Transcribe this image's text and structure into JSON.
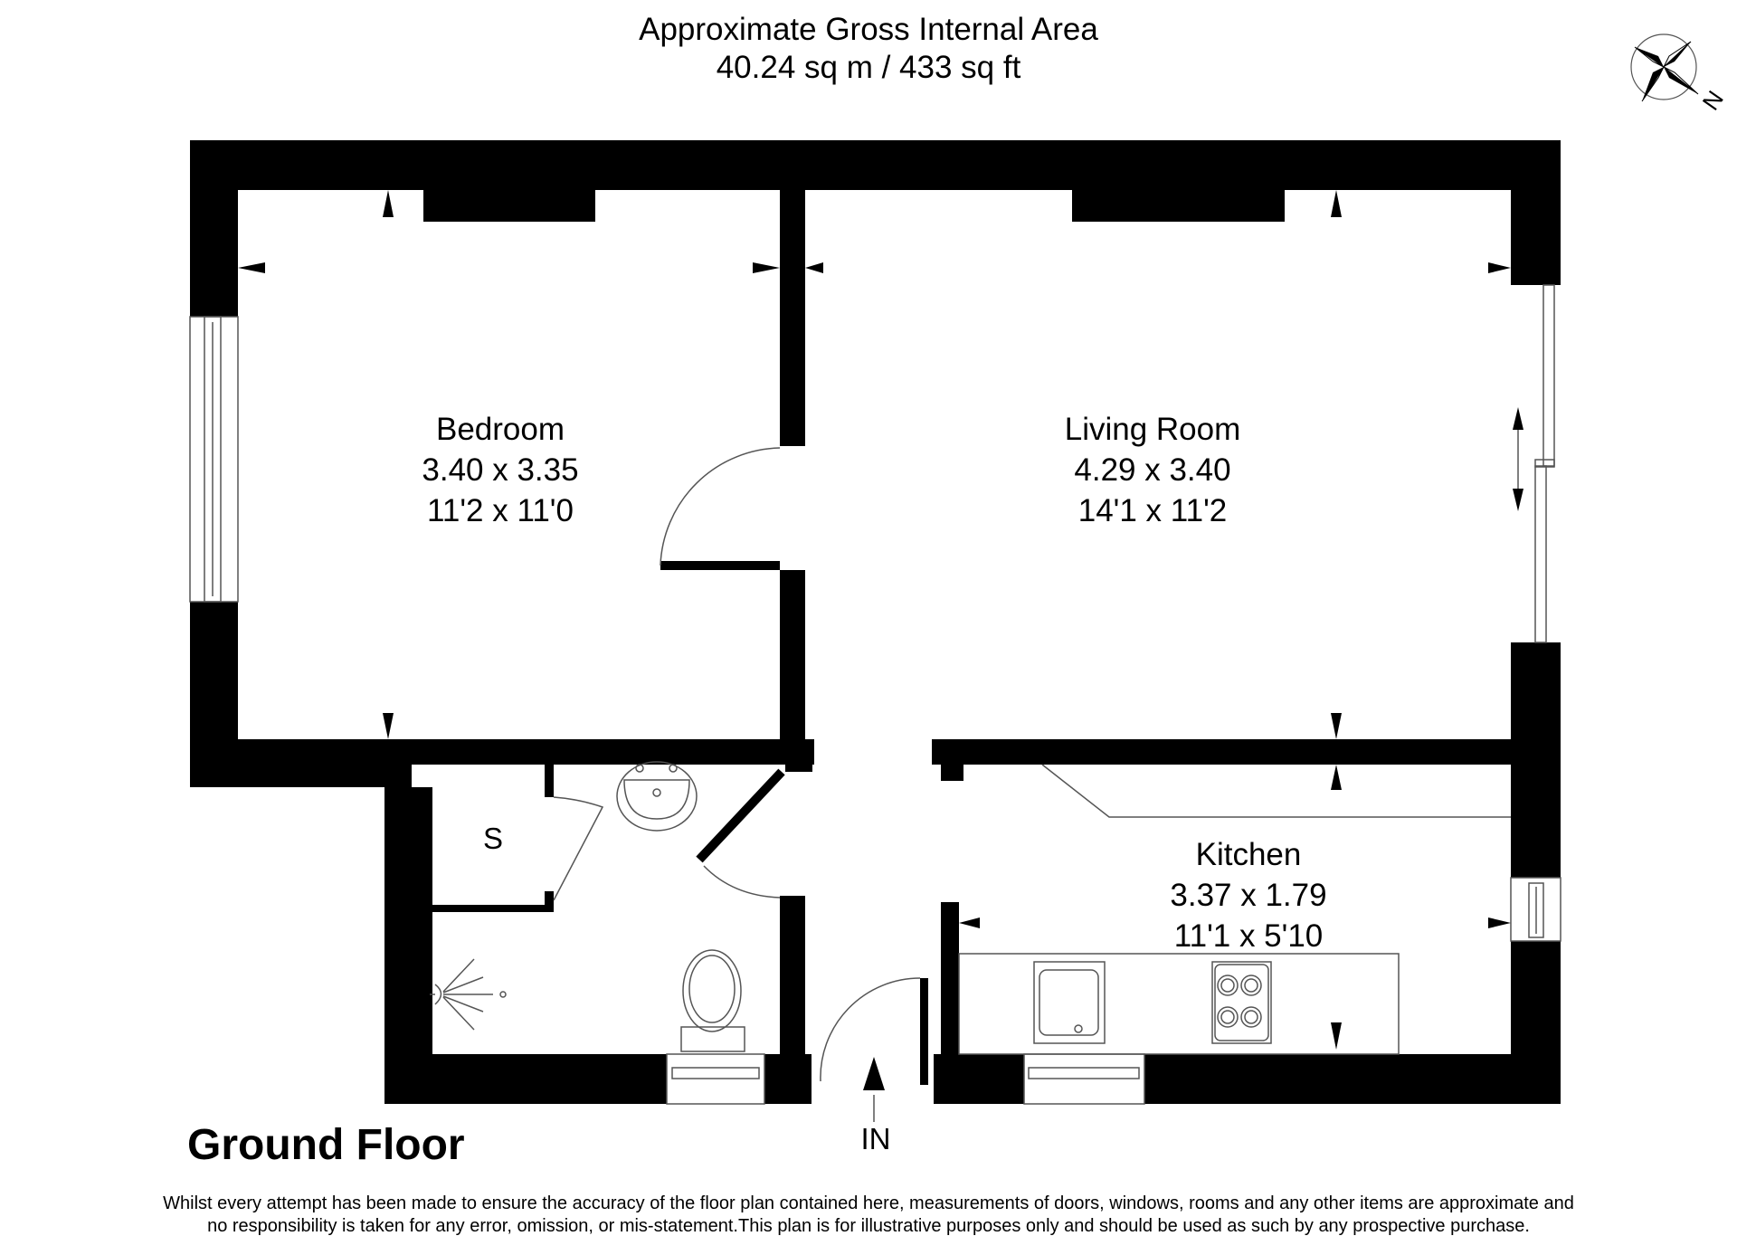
{
  "header": {
    "title": "Approximate Gross Internal Area",
    "area": "40.24 sq m / 433 sq ft"
  },
  "compass": {
    "icon": "north-compass-icon",
    "label": "N"
  },
  "rooms": [
    {
      "name": "Bedroom",
      "metric": "3.40 x 3.35",
      "imperial": "11'2 x 11'0"
    },
    {
      "name": "Living Room",
      "metric": "4.29 x 3.40",
      "imperial": "14'1 x 11'2"
    },
    {
      "name": "Kitchen",
      "metric": "3.37 x 1.79",
      "imperial": "11'1 x 5'10"
    }
  ],
  "storage_label": "S",
  "entrance_label": "IN",
  "floor_title": "Ground Floor",
  "disclaimer": {
    "line1": "Whilst every attempt has been made to ensure the accuracy of the floor plan contained here, measurements of doors, windows, rooms and any other items are approximate and",
    "line2": "no responsibility is taken for any error, omission, or mis-statement.This plan is for illustrative purposes only and should be used as such by any prospective purchase."
  },
  "colors": {
    "wall": "#000000",
    "background": "#ffffff",
    "fixture_line": "#555555"
  }
}
